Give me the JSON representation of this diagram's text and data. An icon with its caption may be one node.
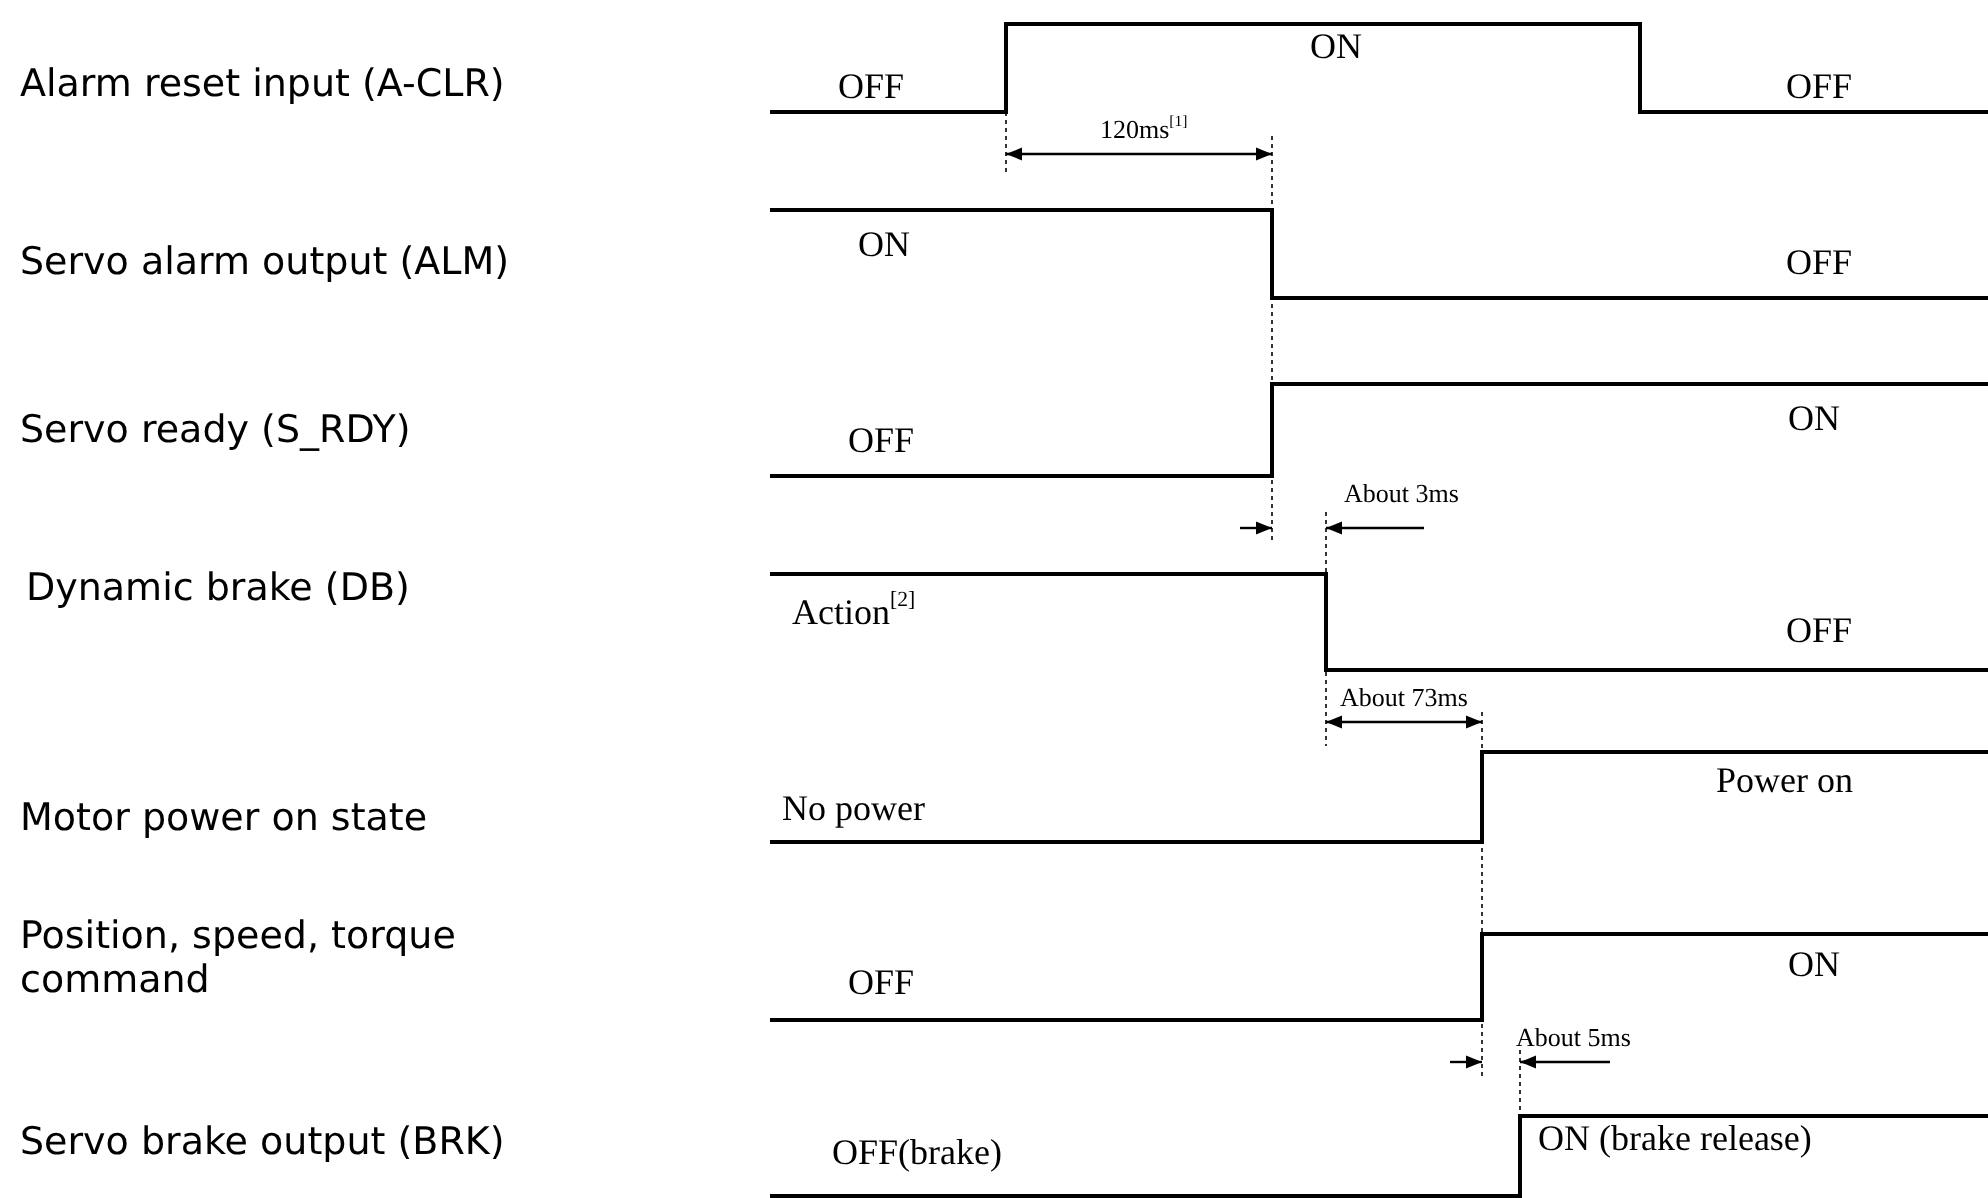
{
  "diagram": {
    "labels": [
      "Alarm reset input (A-CLR)",
      "OFF",
      "ON",
      "OFF",
      "120ms$^{[1]}$",
      "Servo alarm output (ALM)",
      "ON",
      "OFF",
      "Servo ready (S_RDY)",
      "OFF",
      "ON",
      "About 3ms",
      "Dynamic brake (DB)",
      "Action$^{[2]}$",
      "OFF",
      "About 73ms",
      "Motor power on state",
      "Power on",
      "No power",
      "Position, speed, torque command",
      "OFF",
      "ON",
      "About 5ms",
      "Servo brake output (BRK)",
      "OFF(brake)",
      "ON (brake release)"
    ]
  }
}
